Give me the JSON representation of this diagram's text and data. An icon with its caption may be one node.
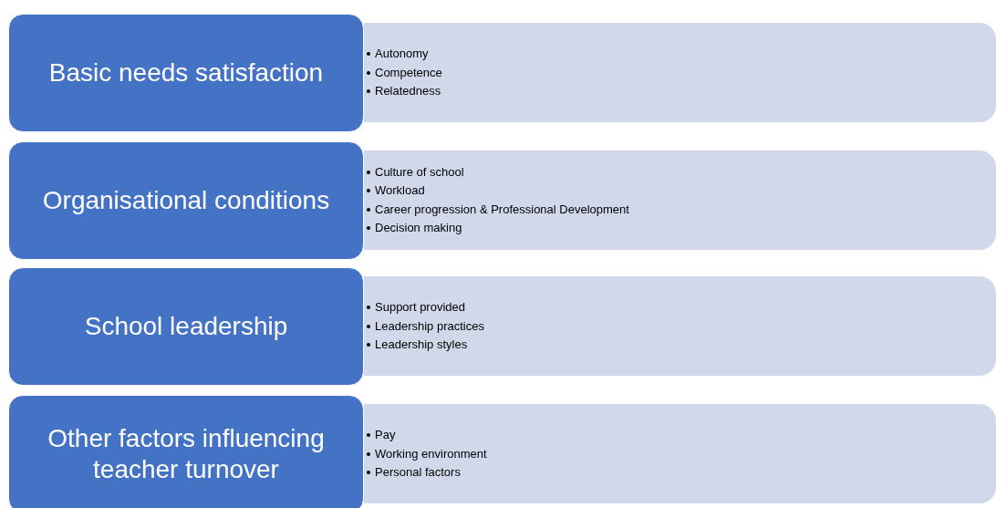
{
  "diagram": {
    "nodes": [
      {
        "text": [
          "Basic needs satisfaction"
        ]
      },
      {
        "text": [
          "Autonomy",
          "Competence",
          "Relatedness"
        ]
      },
      {
        "text": [
          "Organisational conditions"
        ]
      },
      {
        "text": [
          "Culture of school",
          "Workload",
          "Career progression & Professional Development",
          "Decision making"
        ]
      },
      {
        "text": [
          "School leadership"
        ]
      },
      {
        "text": [
          "Support provided",
          "Leadership practices",
          "Leadership styles"
        ]
      },
      {
        "text": [
          "Other factors influencing teacher turnover"
        ]
      },
      {
        "text": [
          "Pay",
          "Working environment",
          "Personal factors"
        ]
      }
    ]
  }
}
